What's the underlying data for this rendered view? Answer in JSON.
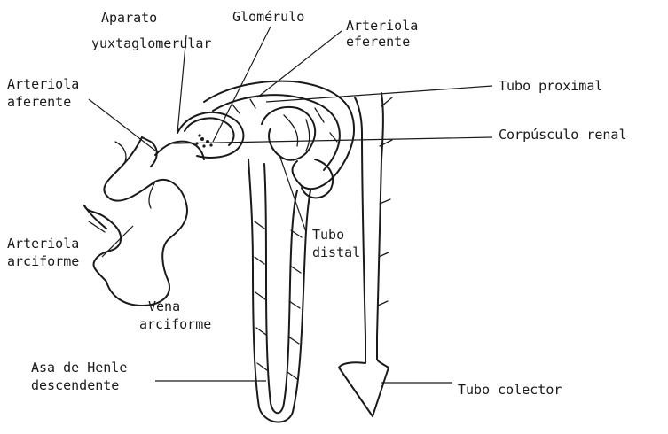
{
  "labels": {
    "aparato": "Aparato",
    "yuxtaglomerular": "yuxtaglomerular",
    "glomerulo": "Glomérulo",
    "arteriola_eferente_1": "Arteriola",
    "arteriola_eferente_2": "eferente",
    "arteriola_aferente_1": "Arteriola",
    "arteriola_aferente_2": "aferente",
    "tubo_proximal": "Tubo proximal",
    "corpusculo_renal": "Corpúsculo renal",
    "arteriola_arciforme_1": "Arteriola",
    "arteriola_arciforme_2": "arciforme",
    "tubo_distal_1": "Tubo",
    "tubo_distal_2": "distal",
    "vena_arciforme_1": "Vena",
    "vena_arciforme_2": "arciforme",
    "asa_henle_1": "Asa de Henle",
    "asa_henle_2": "descendente",
    "tubo_colector": "Tubo colector"
  }
}
